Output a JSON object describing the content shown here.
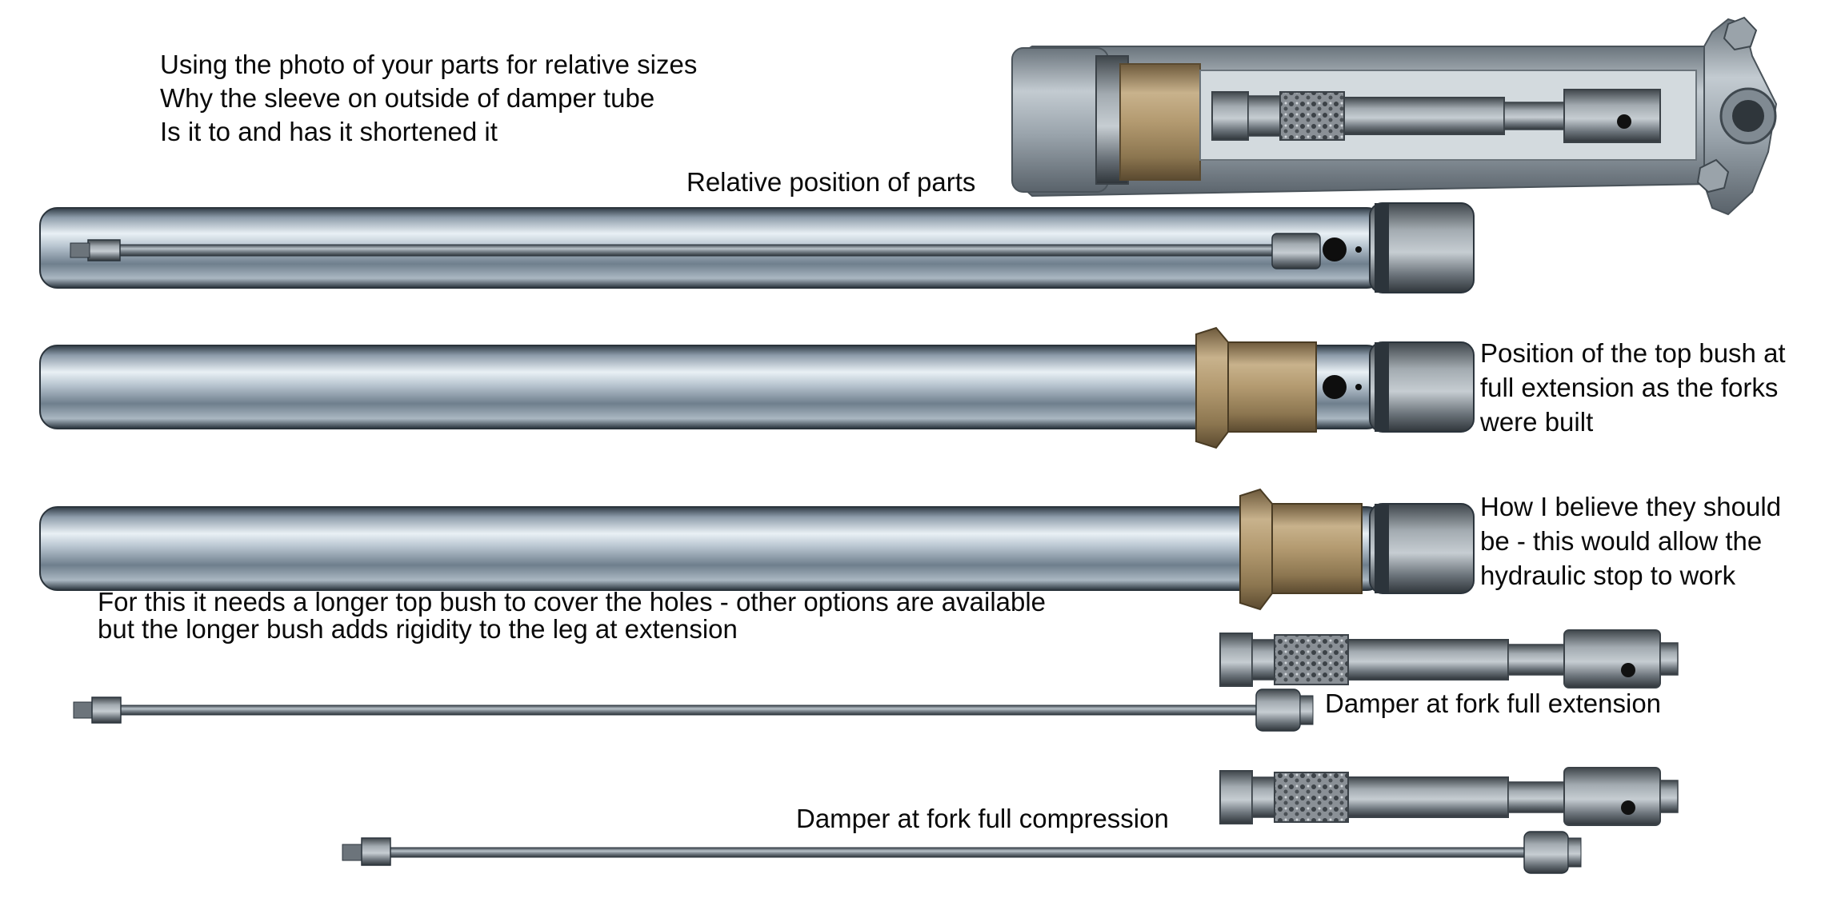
{
  "intro": {
    "line1": "Using the photo of your parts for relative sizes",
    "line2": "Why the sleeve on outside of damper tube",
    "line3": "Is it to and has it shortened it"
  },
  "relative_position_label": "Relative position of parts",
  "built_position_label": {
    "line1": "Position of the top bush at",
    "line2": "full extension as the forks",
    "line3": "were built"
  },
  "proposed_position_label": {
    "line1": "How I believe they should",
    "line2": "be - this would allow the",
    "line3": "hydraulic stop to work"
  },
  "longer_bush_note": {
    "line1": "For this it needs a longer top bush to cover the holes - other options are available",
    "line2": "but the longer bush adds rigidity to the leg at extension"
  },
  "damper_extension_label": "Damper at fork full extension",
  "damper_compression_label": "Damper at fork full compression",
  "colors": {
    "chrome_light": "#e4ecf2",
    "chrome_mid": "#98a6b3",
    "chrome_dark": "#3a4550",
    "bronze": "#b49a72",
    "alloy": "#a7b0b7"
  }
}
